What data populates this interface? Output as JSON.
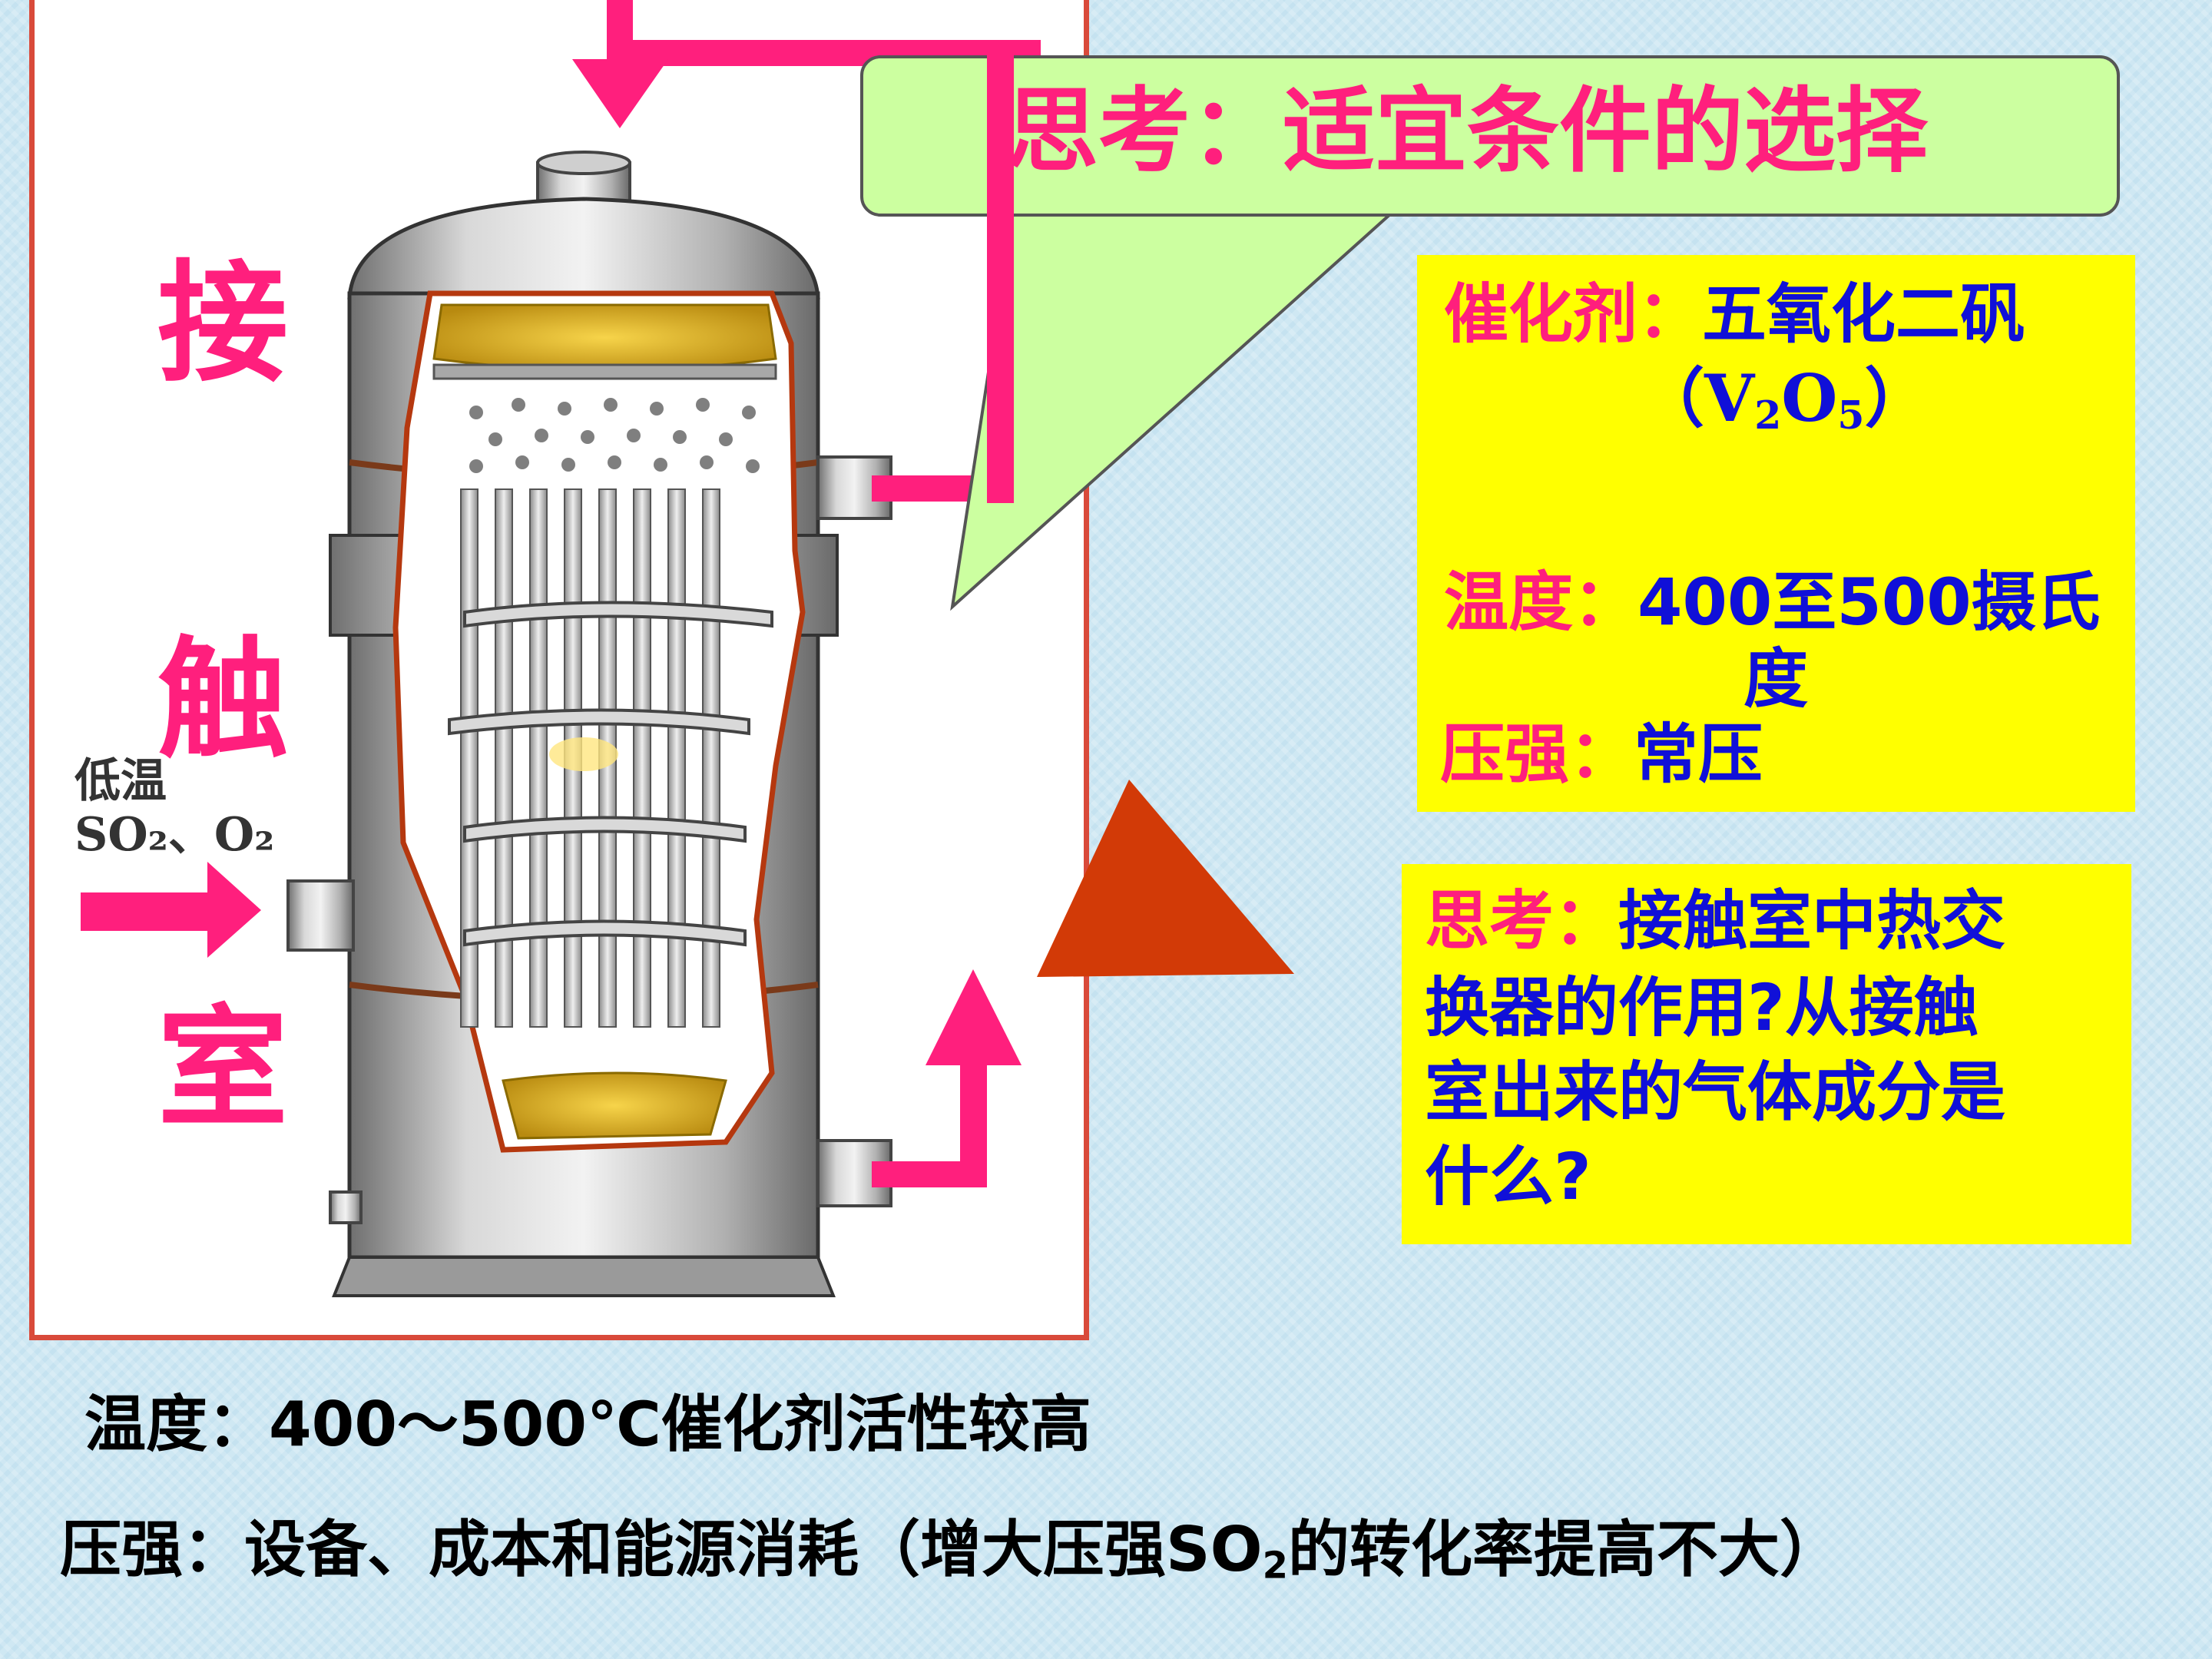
{
  "photo": {
    "vertical_title": [
      "接",
      "触",
      "室"
    ],
    "inlet_label_line1": "低温",
    "inlet_label_line2": "SO₂、O₂"
  },
  "bubble": {
    "title": "思考：适宜条件的选择"
  },
  "conditions": {
    "catalyst_label": "催化剂：",
    "catalyst_value": "五氧化二矾",
    "catalyst_formula_open": "（V",
    "catalyst_formula_sub1": "2",
    "catalyst_formula_mid": "O",
    "catalyst_formula_sub2": "5",
    "catalyst_formula_close": "）",
    "temp_label": "温度：",
    "temp_value_1": "400至500摄氏",
    "temp_value_2": "度",
    "pressure_label": "压强：",
    "pressure_value": "常压"
  },
  "question": {
    "label": "思考：",
    "line1_rest": "接触室中热交",
    "line2": "换器的作用?从接触",
    "line3": "室出来的气体成分是",
    "line4": "什么?"
  },
  "bottom": {
    "line1": "温度：400～500℃催化剂活性较高",
    "line2_a": "压强：设备、成本和能源消耗（增大压强SO",
    "line2_sub": "2",
    "line2_b": "的转化率提高不大）"
  },
  "colors": {
    "pink": "#ff1f7d",
    "blue": "#1010d8",
    "yellow": "#ffff00",
    "bubble": "#ccffa0",
    "red_triangle": "#d23a07",
    "frame": "#d94a3a"
  }
}
